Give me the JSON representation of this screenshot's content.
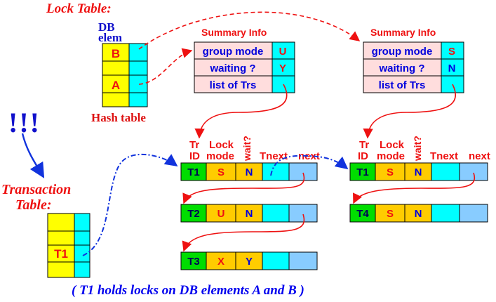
{
  "lock_table": {
    "title": "Lock Table:",
    "db_elem_label": [
      "DB",
      "elem"
    ],
    "hash_rows": [
      "B",
      "",
      "A",
      ""
    ],
    "hash_label": "Hash table"
  },
  "summaries": [
    {
      "title": "Summary Info",
      "rows": [
        {
          "label": "group mode",
          "value": "U"
        },
        {
          "label": "waiting ?",
          "value": "Y"
        },
        {
          "label": "list of Trs",
          "value": ""
        }
      ]
    },
    {
      "title": "Summary Info",
      "rows": [
        {
          "label": "group mode",
          "value": "S"
        },
        {
          "label": "waiting ?",
          "value": "N"
        },
        {
          "label": "list of Trs",
          "value": ""
        }
      ]
    }
  ],
  "list_headers": {
    "tr_id": [
      "Tr",
      "ID"
    ],
    "lock_mode": [
      "Lock",
      "mode"
    ],
    "wait": "wait?",
    "tnext": "Tnext",
    "next": "next"
  },
  "lock_lists": [
    {
      "nodes": [
        {
          "tr": "T1",
          "mode": "S",
          "wait": "N"
        },
        {
          "tr": "T2",
          "mode": "U",
          "wait": "N"
        },
        {
          "tr": "T3",
          "mode": "X",
          "wait": "Y"
        }
      ]
    },
    {
      "nodes": [
        {
          "tr": "T1",
          "mode": "S",
          "wait": "N"
        },
        {
          "tr": "T4",
          "mode": "S",
          "wait": "N"
        }
      ]
    }
  ],
  "transaction_table": {
    "title": [
      "Transaction",
      "Table:"
    ],
    "rows": [
      "",
      "",
      "T1",
      ""
    ],
    "exclamation": "!!!"
  },
  "caption": "( T1 holds locks on DB elements  A  and B )",
  "colors": {
    "yellow": "#ffff00",
    "cyan": "#00ffff",
    "green": "#00dd00",
    "gold": "#ffcc00",
    "pink": "#ffdddd",
    "light_blue": "#88ccff",
    "red": "#ee1111",
    "blue": "#1133dd"
  }
}
